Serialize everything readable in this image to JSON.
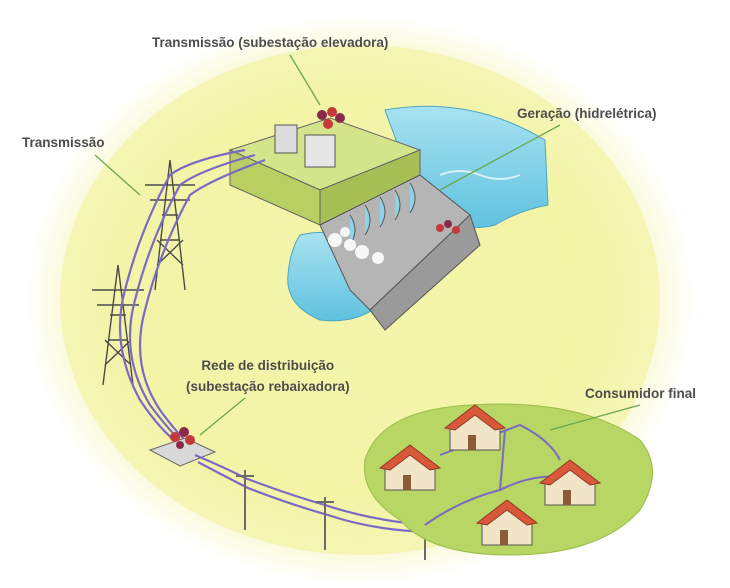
{
  "labels": {
    "step_up_substation": "Transmissão (subestação elevadora)",
    "generation": "Geração (hidrelétrica)",
    "transmission": "Transmissão",
    "distribution_line1": "Rede de distribuição",
    "distribution_line2": "(subestação rebaixadora)",
    "final_consumer": "Consumidor final"
  },
  "colors": {
    "halo": "#f1f2a0",
    "water": "#7fd0e6",
    "platform": "#c4d86e",
    "grass": "#b7d664",
    "power_line": "#7a6ac4",
    "roof": "#d9583a",
    "house_wall": "#f1e4c7",
    "label_text": "#4d4d4d",
    "leader_line": "#6aa84f"
  }
}
